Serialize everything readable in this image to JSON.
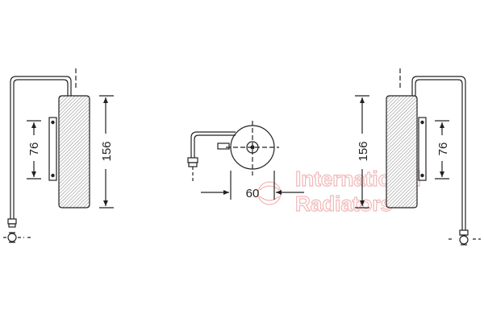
{
  "dimensions": {
    "left_height": "156",
    "left_port_spacing": "76",
    "center_diameter": "60",
    "right_height": "156",
    "right_port_spacing": "76"
  },
  "watermark": {
    "line1": "International",
    "line2": "Radiators",
    "color": "#f0b8b8"
  },
  "colors": {
    "line": "#222222",
    "hatch": "#9a9a9a"
  }
}
